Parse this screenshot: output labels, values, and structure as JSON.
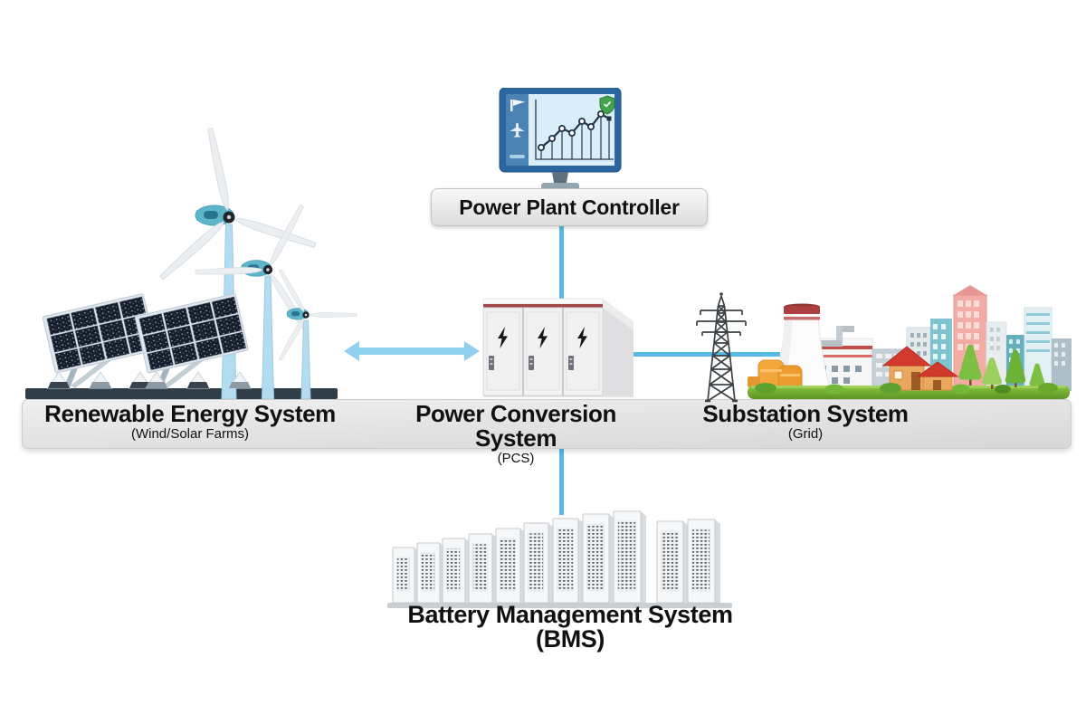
{
  "controller": {
    "label": "Power Plant Controller"
  },
  "band": {
    "renewable": {
      "title": "Renewable Energy System",
      "subtitle": "(Wind/Solar Farms)"
    },
    "pcs": {
      "title": "Power Conversion System",
      "subtitle": "(PCS)"
    },
    "substation": {
      "title": "Substation System",
      "subtitle": "(Grid)"
    }
  },
  "bms": {
    "title": "Battery Management System",
    "subtitle": "(BMS)"
  },
  "colors": {
    "connector_blue": "#57b9e6",
    "arrow_blue": "#8ed0ed",
    "band_gray": "#e4e4e4",
    "platform_dark": "#2f3e49",
    "grass_green": "#6fb02f",
    "cabinet_stripe_red": "#a04848",
    "turbine_teal": "#5db5c9",
    "pole_blue": "#b3dcf0",
    "solar_panel_navy": "#161e2c",
    "shield_green": "#46a14c",
    "monitor_frame_blue": "#2a66a0",
    "roof_red": "#d0392b",
    "house_orange": "#eaa75e",
    "tank_orange": "#f2a63b",
    "city_pink": "#f2aca4",
    "city_teal": "#7fc3ce"
  },
  "icons": {
    "monitor_sidebar": [
      "flag-icon",
      "airplane-icon"
    ],
    "monitor_status": "shield-icon",
    "monitor_chart": "line-chart-icon",
    "pcs_door": "lightning-bolt-icon"
  }
}
